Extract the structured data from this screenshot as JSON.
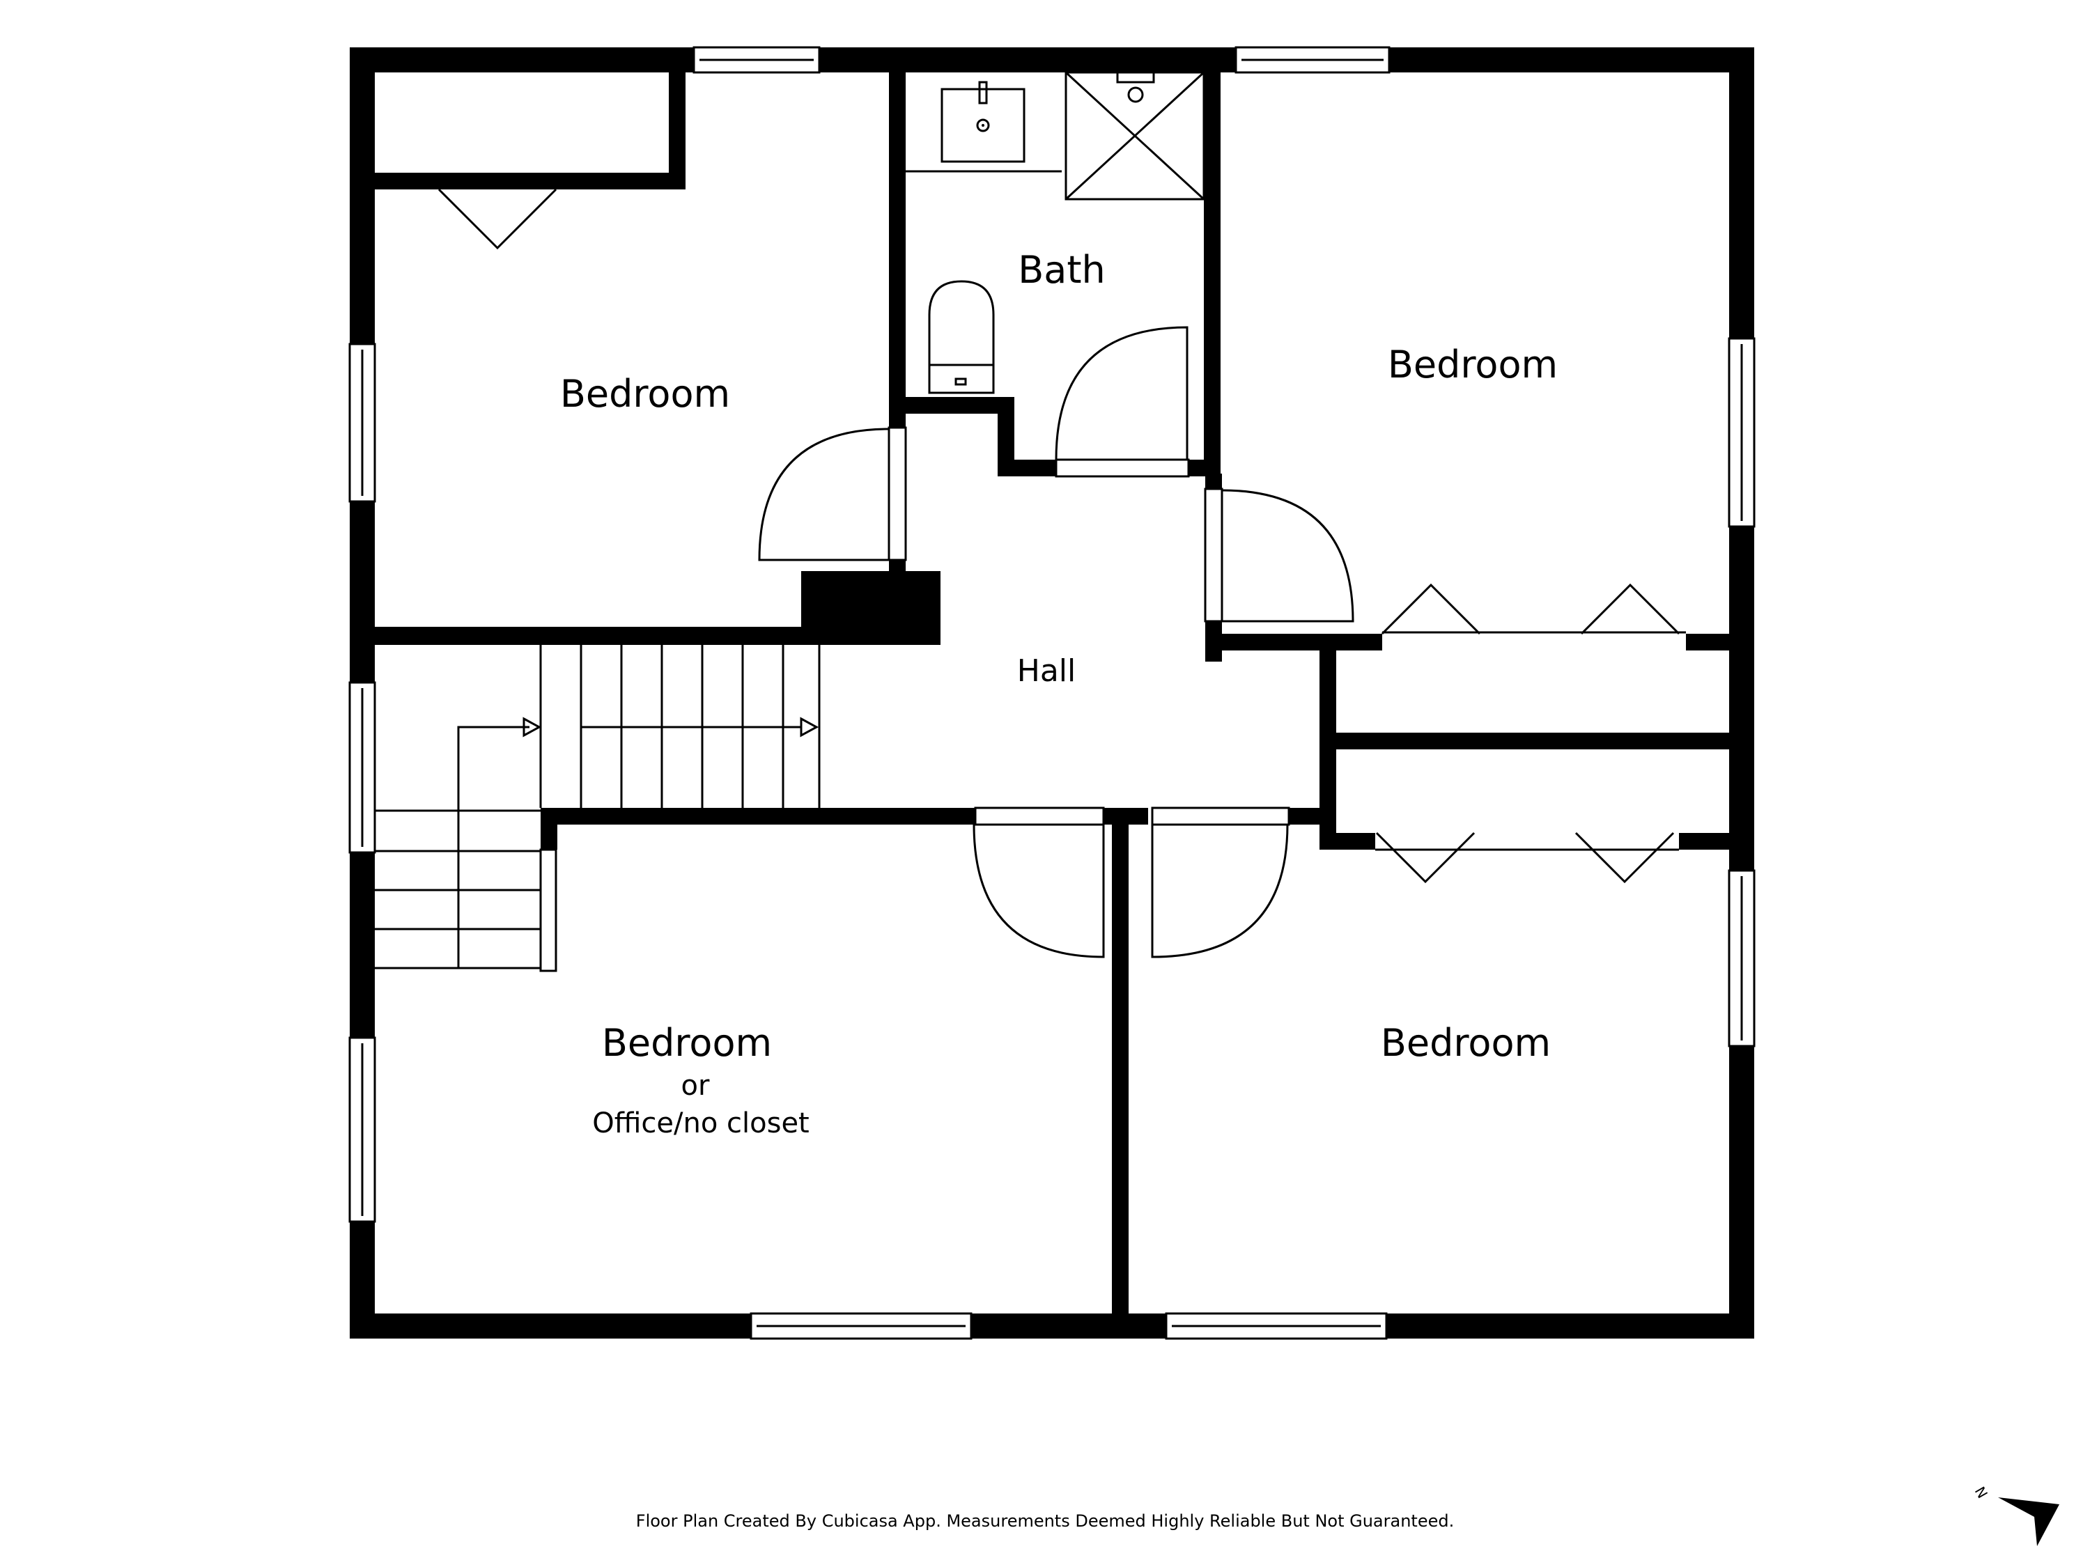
{
  "rooms": {
    "bedroom_nw": "Bedroom",
    "bath": "Bath",
    "bedroom_ne": "Bedroom",
    "hall": "Hall",
    "bedroom_sw_line1": "Bedroom",
    "bedroom_sw_line2": "or",
    "bedroom_sw_line3": "Office/no closet",
    "bedroom_se": "Bedroom"
  },
  "footer": {
    "disclaimer": "Floor Plan Created By Cubicasa App. Measurements Deemed Highly Reliable But Not Guaranteed."
  },
  "compass": {
    "label": "N"
  },
  "colors": {
    "wall": "#000000",
    "background": "#ffffff"
  }
}
